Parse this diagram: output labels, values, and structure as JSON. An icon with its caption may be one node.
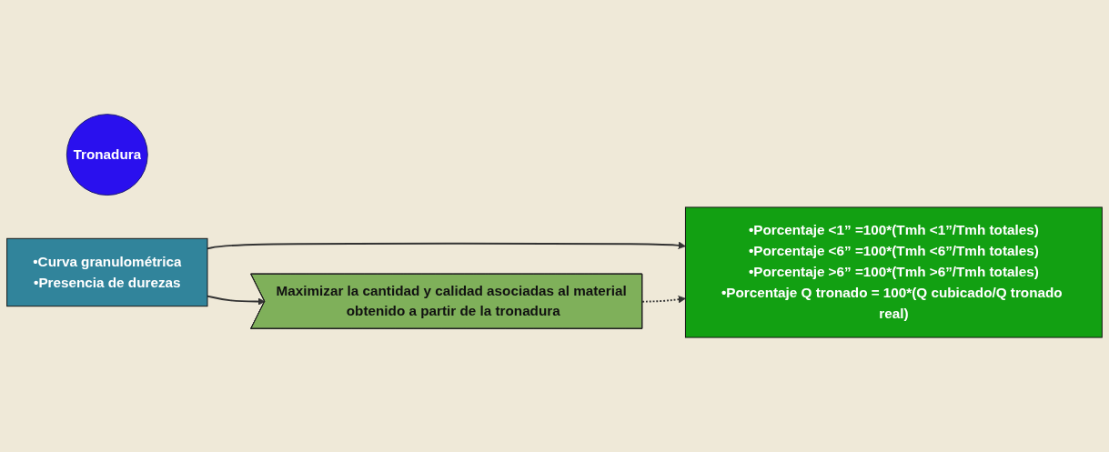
{
  "diagram": {
    "nodes": [
      {
        "text": [
          "Tronadura"
        ]
      },
      {
        "text": [
          "Maximizar la cantidad y calidad asociadas al material obtenido a partir de la tronadura"
        ]
      },
      {
        "text": [
          "•Curva granulométrica",
          "•Presencia de durezas"
        ]
      },
      {
        "text": [
          "•Porcentaje <1” =100*(Tmh <1”/Tmh totales)",
          "•Porcentaje <6” =100*(Tmh <6”/Tmh totales)",
          "•Porcentaje >6” =100*(Tmh >6”/Tmh totales)",
          "•Porcentaje Q tronado = 100*(Q cubicado/Q tronado real)"
        ]
      }
    ],
    "edges": [
      {
        "from": 2,
        "to": 1,
        "arrow": "to"
      },
      {
        "from": 2,
        "to": 3,
        "arrow": "to"
      },
      {
        "from": 1,
        "to": 3,
        "arrow": "to",
        "style": "dashed"
      }
    ]
  }
}
